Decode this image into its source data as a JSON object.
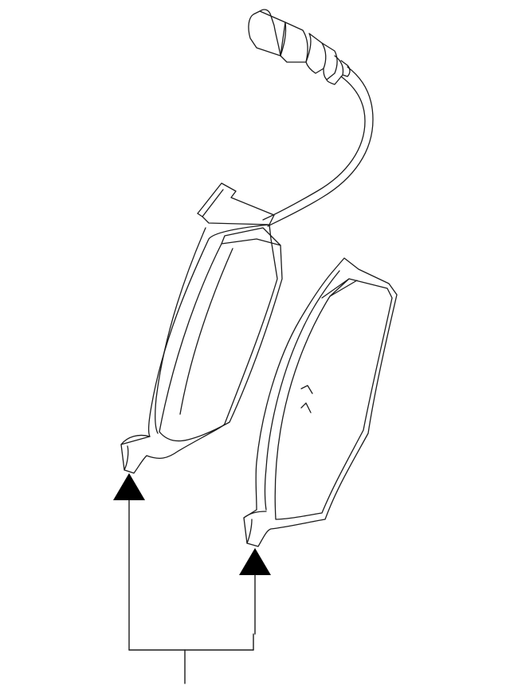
{
  "diagram": {
    "type": "parts-illustration",
    "parts": [
      {
        "id": "wear-sensor",
        "label": ""
      },
      {
        "id": "inner-brake-pad",
        "label": ""
      },
      {
        "id": "outer-brake-pad",
        "label": ""
      }
    ],
    "callouts": [
      {
        "id": "callout-left",
        "points_to": "inner-brake-pad"
      },
      {
        "id": "callout-right",
        "points_to": "outer-brake-pad"
      }
    ],
    "colors": {
      "background": "#ffffff",
      "outline": "#1a1a1a",
      "arrowhead": "#000000"
    }
  }
}
